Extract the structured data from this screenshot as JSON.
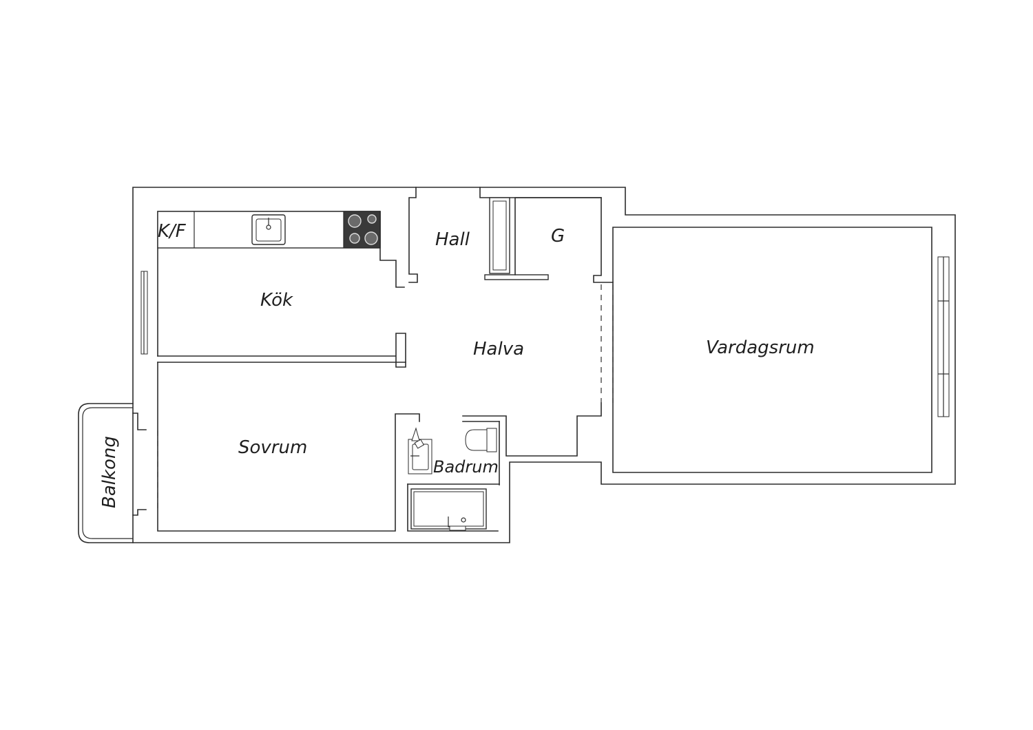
{
  "rooms": {
    "kok": "Kök",
    "kf": "K/F",
    "hall": "Hall",
    "g": "G",
    "halva": "Halva",
    "vardagsrum": "Vardagsrum",
    "sovrum": "Sovrum",
    "badrum": "Badrum",
    "balkong": "Balkong"
  },
  "colors": {
    "line": "#2b2b2b",
    "stove": "#3a3a3a",
    "background": "#ffffff"
  }
}
